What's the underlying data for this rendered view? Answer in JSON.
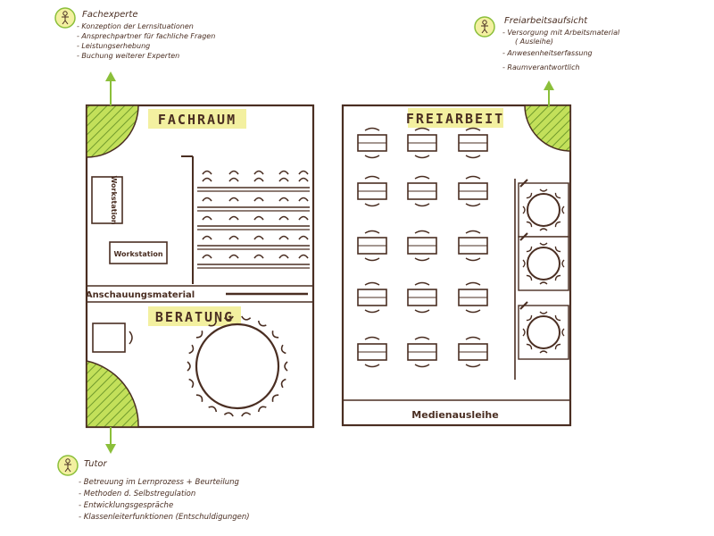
{
  "colors": {
    "ink": "#4a2e22",
    "accent_yellow": "#f3f0a0",
    "accent_green": "#c3e05a",
    "hatch": "#8bbf3a"
  },
  "rooms": {
    "fachraum": {
      "title": "FACHRAUM"
    },
    "beratung": {
      "title": "BERATUNG"
    },
    "freiarbeit": {
      "title": "FREIARBEIT"
    }
  },
  "labels": {
    "workstation_vertical": "Workstation",
    "workstation": "Workstation",
    "anschauungsmaterial": "Anschauungsmaterial",
    "medienausleihe": "Medienausleihe"
  },
  "roles": {
    "fachexperte": {
      "title": "Fachexperte",
      "icon": "person-icon",
      "items": [
        "- Konzeption der Lernsituationen",
        "- Ansprechpartner für fachliche Fragen",
        "- Leistungserhebung",
        "- Buchung weiterer Experten"
      ]
    },
    "freiarbeitsaufsicht": {
      "title": "Freiarbeitsaufsicht",
      "icon": "person-icon",
      "items": [
        "- Versorgung mit Arbeitsmaterial",
        "( Ausleihe)",
        "- Anwesenheitserfassung",
        "- Raumverantwortlich"
      ]
    },
    "tutor": {
      "title": "Tutor",
      "icon": "person-icon",
      "items": [
        "- Betreuung im Lernprozess + Beurteilung",
        "- Methoden d. Selbstregulation",
        "- Entwicklungsgespräche",
        "- Klassenleiterfunktionen (Entschuldigungen)"
      ]
    }
  }
}
